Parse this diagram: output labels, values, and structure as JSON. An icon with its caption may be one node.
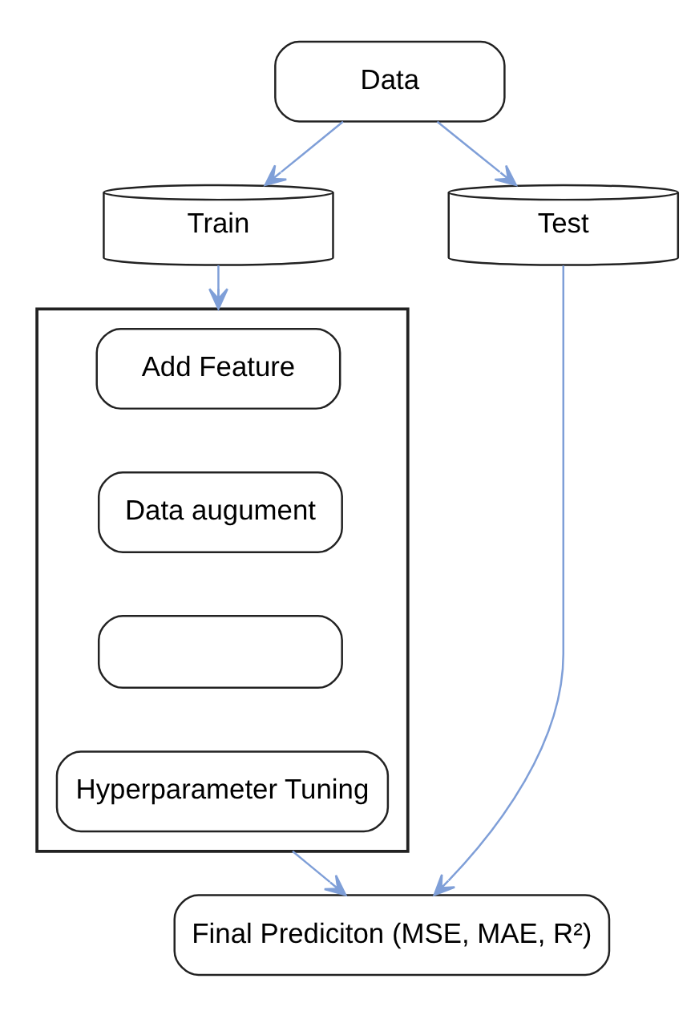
{
  "diagram": {
    "nodes": [
      {
        "text": [
          "Data"
        ]
      },
      {
        "text": [
          "Train"
        ]
      },
      {
        "text": [
          "Test"
        ]
      },
      {
        "text": [],
        "shape": "box"
      },
      {
        "text": [
          "Add Feature"
        ],
        "in": 3
      },
      {
        "text": [
          "Data augument"
        ],
        "in": 3
      },
      {
        "text": [],
        "shape": "box",
        "in": 3
      },
      {
        "text": [
          "Hyperparameter Tuning"
        ],
        "in": 3
      },
      {
        "text": [
          "Final Prediciton (MSE, MAE, R²)"
        ]
      }
    ],
    "edges": [
      {
        "from": 0,
        "to": 1,
        "arrow": "to"
      },
      {
        "from": 0,
        "to": 2,
        "arrow": "to"
      },
      {
        "from": 1,
        "to": 3,
        "arrow": "to"
      },
      {
        "from": 3,
        "to": 8,
        "arrow": "to"
      },
      {
        "from": 2,
        "to": 8,
        "arrow": "to"
      }
    ]
  }
}
